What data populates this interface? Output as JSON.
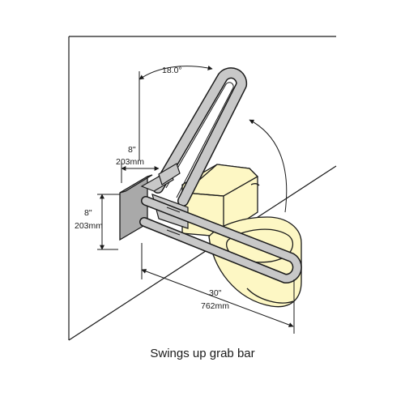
{
  "diagram": {
    "caption": "Swings up grab bar",
    "angle_label": "18.0°",
    "dim_upper": {
      "in": "8\"",
      "mm": "203mm"
    },
    "dim_side": {
      "in": "8\"",
      "mm": "203mm"
    },
    "dim_length": {
      "in": "30\"",
      "mm": "762mm"
    },
    "colors": {
      "line": "#1a1a1a",
      "bar_fill": "#c8c8c8",
      "plate_fill": "#a9a9a9",
      "toilet_fill": "#fdf7c4",
      "background": "#ffffff"
    }
  }
}
